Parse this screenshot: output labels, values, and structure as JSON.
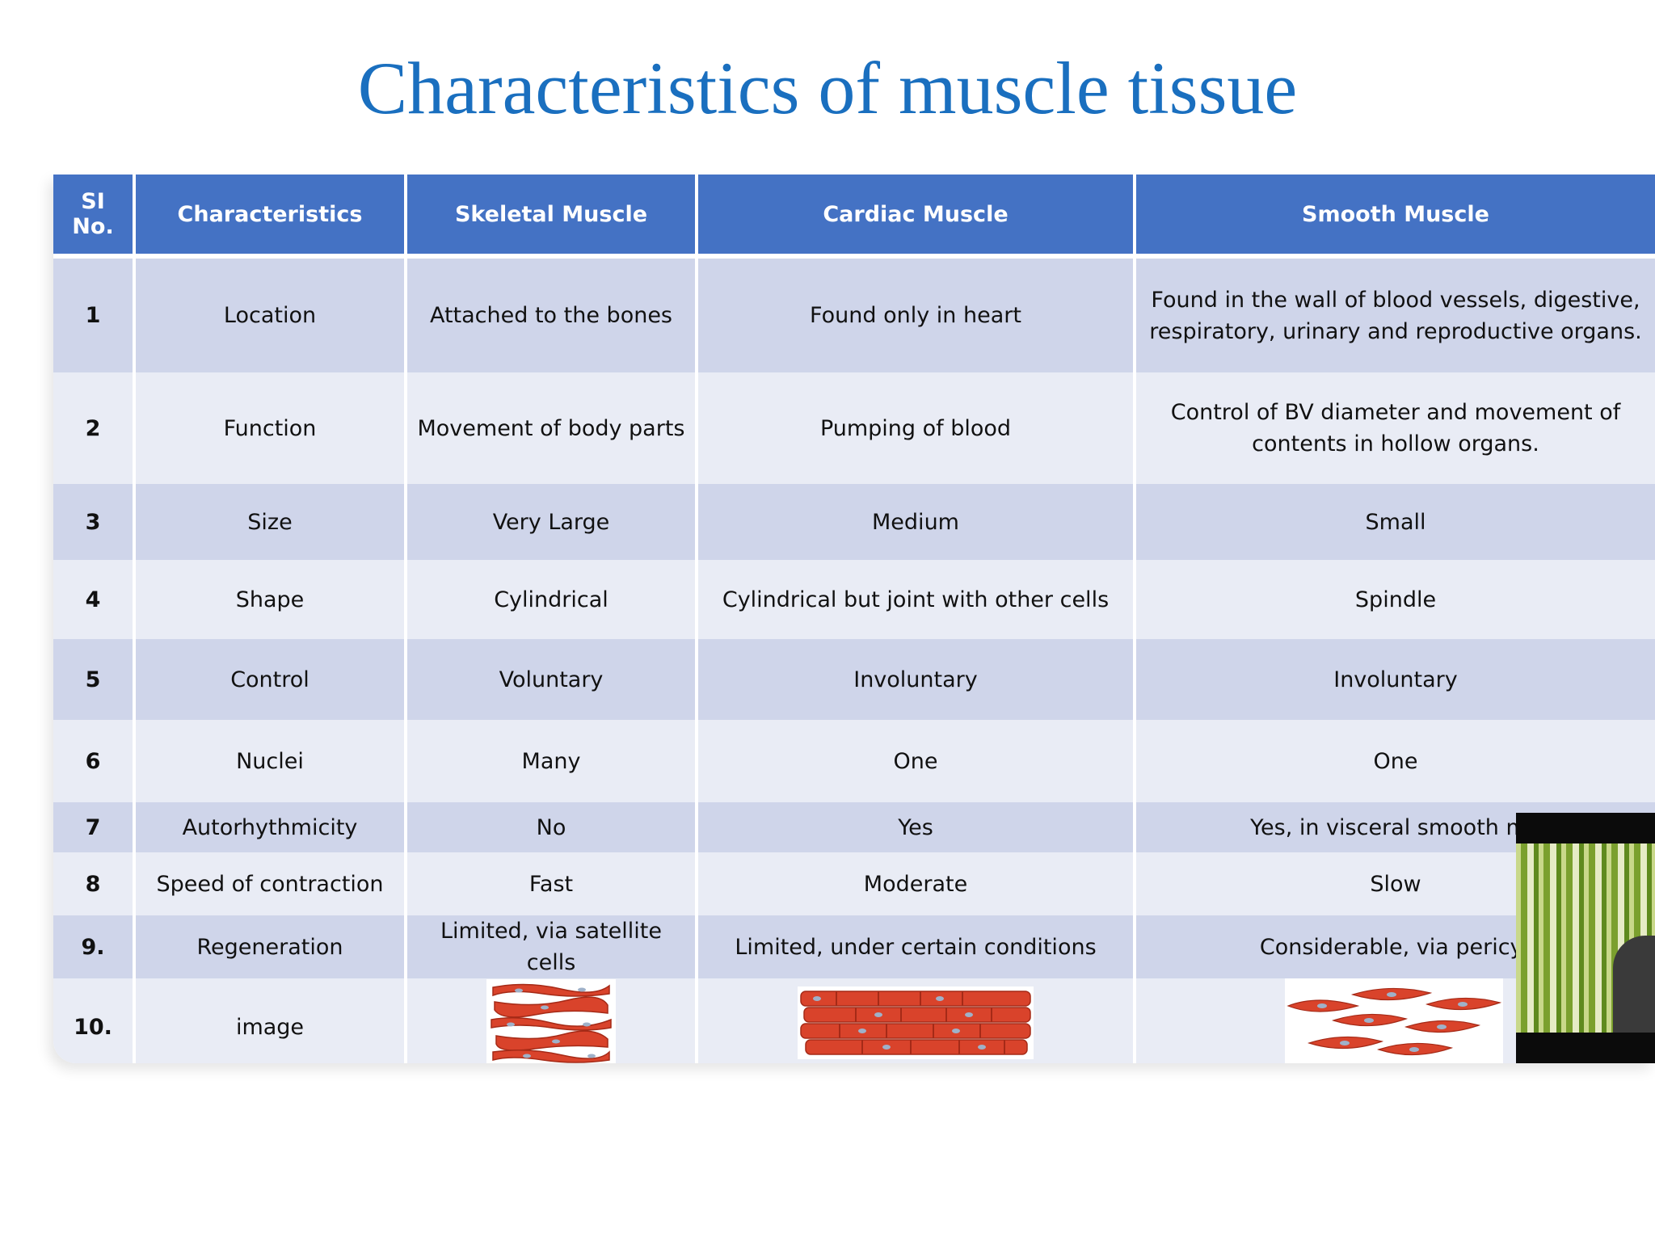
{
  "slide": {
    "title": "Characteristics of muscle tissue"
  },
  "table": {
    "headers": [
      "SI No.",
      "Characteristics",
      "Skeletal Muscle",
      "Cardiac Muscle",
      "Smooth Muscle"
    ],
    "rows": [
      {
        "no": "1",
        "characteristic": "Location",
        "skeletal": "Attached to the bones",
        "cardiac": "Found only in heart",
        "smooth": "Found in the wall of blood vessels, digestive, respiratory, urinary and reproductive organs."
      },
      {
        "no": "2",
        "characteristic": "Function",
        "skeletal": "Movement of body parts",
        "cardiac": "Pumping of blood",
        "smooth": "Control of BV diameter and movement of contents in hollow organs."
      },
      {
        "no": "3",
        "characteristic": "Size",
        "skeletal": "Very Large",
        "cardiac": "Medium",
        "smooth": "Small"
      },
      {
        "no": "4",
        "characteristic": "Shape",
        "skeletal": "Cylindrical",
        "cardiac": "Cylindrical but joint with  other cells",
        "smooth": "Spindle"
      },
      {
        "no": "5",
        "characteristic": "Control",
        "skeletal": "Voluntary",
        "cardiac": "Involuntary",
        "smooth": "Involuntary"
      },
      {
        "no": "6",
        "characteristic": "Nuclei",
        "skeletal": "Many",
        "cardiac": "One",
        "smooth": "One"
      },
      {
        "no": "7",
        "characteristic": "Autorhythmicity",
        "skeletal": "No",
        "cardiac": "Yes",
        "smooth": "Yes, in visceral smooth mu"
      },
      {
        "no": "8",
        "characteristic": "Speed of contraction",
        "skeletal": "Fast",
        "cardiac": "Moderate",
        "smooth": "Slow"
      },
      {
        "no": "9.",
        "characteristic": "Regeneration",
        "skeletal": "Limited, via satellite cells",
        "cardiac": "Limited, under certain conditions",
        "smooth": "Considerable, via pericyt"
      },
      {
        "no": "10.",
        "characteristic": "image",
        "skeletal": "",
        "cardiac": "",
        "smooth": ""
      }
    ]
  },
  "colors": {
    "title": "#1a6fbf",
    "header_bg": "#4472c4",
    "row_dark": "#cfd5ea",
    "row_light": "#e9ecf5",
    "muscle_fill": "#d9432b"
  },
  "icons": {
    "skeletal": "skeletal-muscle-fibers-image",
    "cardiac": "cardiac-muscle-fibers-image",
    "smooth": "smooth-muscle-cells-image",
    "webcam": "presenter-webcam-overlay"
  }
}
